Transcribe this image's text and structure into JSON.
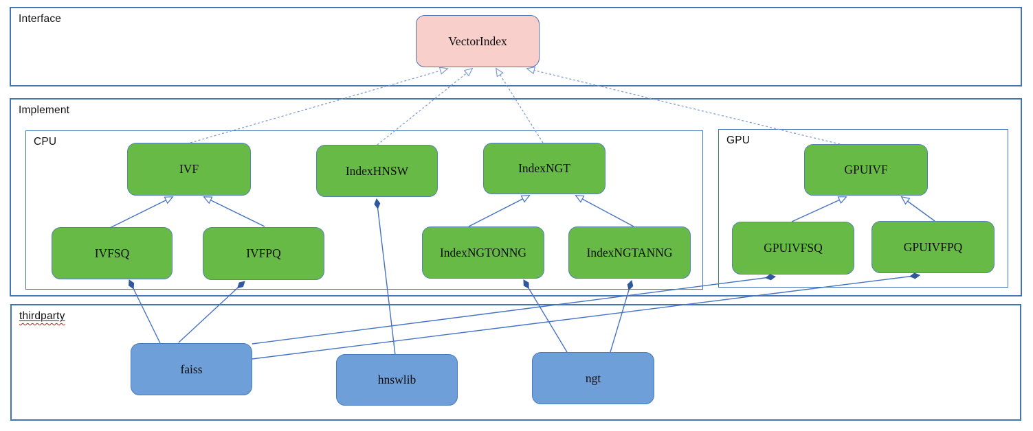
{
  "diagram": {
    "title": "VectorIndex architecture diagram",
    "containers": {
      "interface": {
        "label": "Interface"
      },
      "implement": {
        "label": "Implement"
      },
      "cpu": {
        "label": "CPU"
      },
      "gpu": {
        "label": "GPU"
      },
      "thirdparty": {
        "label": "thirdparty"
      }
    },
    "nodes": {
      "vectorindex": {
        "label": "VectorIndex",
        "group": "interface",
        "fill": "#f9cfcc"
      },
      "ivf": {
        "label": "IVF",
        "group": "cpu",
        "fill": "#67ba45"
      },
      "indexhnsw": {
        "label": "IndexHNSW",
        "group": "cpu",
        "fill": "#67ba45"
      },
      "indexngt": {
        "label": "IndexNGT",
        "group": "cpu",
        "fill": "#67ba45"
      },
      "ivfsq": {
        "label": "IVFSQ",
        "group": "cpu",
        "fill": "#67ba45"
      },
      "ivfpq": {
        "label": "IVFPQ",
        "group": "cpu",
        "fill": "#67ba45"
      },
      "indexngtonng": {
        "label": "IndexNGTONNG",
        "group": "cpu",
        "fill": "#67ba45"
      },
      "indexngtanng": {
        "label": "IndexNGTANNG",
        "group": "cpu",
        "fill": "#67ba45"
      },
      "gpuivf": {
        "label": "GPUIVF",
        "group": "gpu",
        "fill": "#67ba45"
      },
      "gpuivfsq": {
        "label": "GPUIVFSQ",
        "group": "gpu",
        "fill": "#67ba45"
      },
      "gpuivfpq": {
        "label": "GPUIVFPQ",
        "group": "gpu",
        "fill": "#67ba45"
      },
      "faiss": {
        "label": "faiss",
        "group": "thirdparty",
        "fill": "#6f9fd8"
      },
      "hnswlib": {
        "label": "hnswlib",
        "group": "thirdparty",
        "fill": "#6f9fd8"
      },
      "ngt": {
        "label": "ngt",
        "group": "thirdparty",
        "fill": "#6f9fd8"
      }
    },
    "edges": {
      "realizations_dashed_hollow_arrow": [
        {
          "from": "IVF",
          "to": "VectorIndex"
        },
        {
          "from": "IndexHNSW",
          "to": "VectorIndex"
        },
        {
          "from": "IndexNGT",
          "to": "VectorIndex"
        },
        {
          "from": "GPUIVF",
          "to": "VectorIndex"
        }
      ],
      "generalizations_solid_hollow_arrow": [
        {
          "from": "IVFSQ",
          "to": "IVF"
        },
        {
          "from": "IVFPQ",
          "to": "IVF"
        },
        {
          "from": "IndexNGTONNG",
          "to": "IndexNGT"
        },
        {
          "from": "IndexNGTANNG",
          "to": "IndexNGT"
        },
        {
          "from": "GPUIVFSQ",
          "to": "GPUIVF"
        },
        {
          "from": "GPUIVFPQ",
          "to": "GPUIVF"
        }
      ],
      "compositions_filled_diamond": [
        {
          "from": "faiss",
          "to": "IVFSQ"
        },
        {
          "from": "faiss",
          "to": "IVFPQ"
        },
        {
          "from": "faiss",
          "to": "GPUIVFSQ"
        },
        {
          "from": "faiss",
          "to": "GPUIVFPQ"
        },
        {
          "from": "hnswlib",
          "to": "IndexHNSW"
        },
        {
          "from": "ngt",
          "to": "IndexNGTONNG"
        },
        {
          "from": "ngt",
          "to": "IndexNGTANNG"
        }
      ]
    },
    "colors": {
      "container_border": "#4374b4",
      "node_green": "#67ba45",
      "node_pink": "#f9cfcc",
      "node_blue": "#6f9fd8",
      "edge_line": "#4472c4",
      "edge_dashed": "#7d9cd4",
      "diamond_fill": "#30599c",
      "misspell_underline": "#cc1111"
    }
  }
}
